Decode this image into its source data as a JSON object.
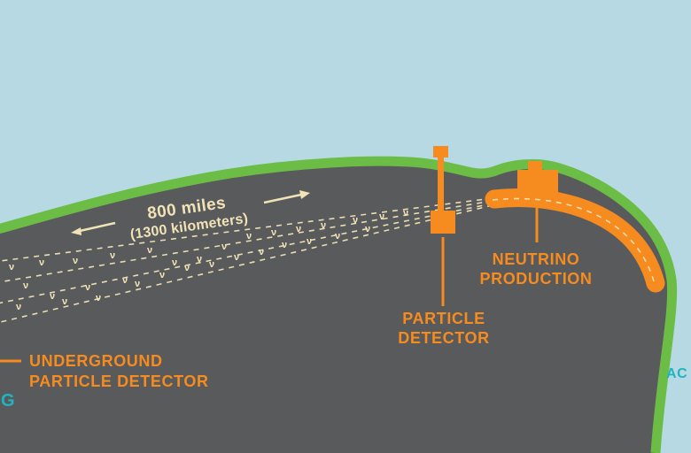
{
  "colors": {
    "sky": "#b6d9e4",
    "earth": "#595a5c",
    "grass": "#6cbd45",
    "orange": "#f68b1f",
    "cream": "#f1e3b6",
    "cyan": "#22b3c1"
  },
  "distance": {
    "line1": "800 miles",
    "line2": "(1300 kilometers)"
  },
  "beam": {
    "nu_symbol": "ν"
  },
  "labels": {
    "neutrino_production_line1": "NEUTRINO",
    "neutrino_production_line2": "PRODUCTION",
    "particle_detector_line1": "PARTICLE",
    "particle_detector_line2": "DETECTOR",
    "underground_detector_line1": "UNDERGROUND",
    "underground_detector_line2": "PARTICLE DETECTOR",
    "left_edge_partial": "G",
    "right_edge_partial": "AC"
  }
}
